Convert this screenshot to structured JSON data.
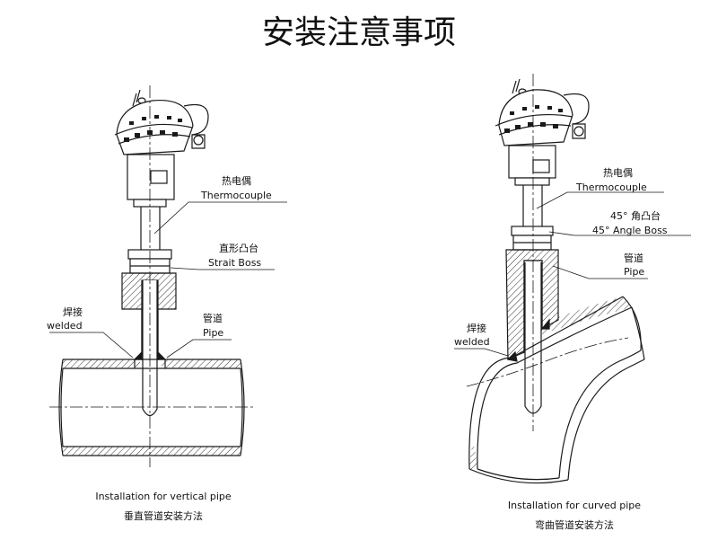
{
  "title": "安装注意事项",
  "left_diagram": {
    "labels": {
      "thermocouple_cn": "热电偶",
      "thermocouple_en": "Thermocouple",
      "boss_cn": "直形凸台",
      "boss_en": "Strait Boss",
      "welded_cn": "焊接",
      "welded_en": "welded",
      "pipe_cn": "管道",
      "pipe_en": "Pipe"
    },
    "caption_en": "Installation for vertical pipe",
    "caption_cn": "垂直管道安装方法"
  },
  "right_diagram": {
    "labels": {
      "thermocouple_cn": "热电偶",
      "thermocouple_en": "Thermocouple",
      "boss_cn": "45° 角凸台",
      "boss_en": "45° Angle Boss",
      "pipe_cn": "管道",
      "pipe_en": "Pipe",
      "welded_cn": "焊接",
      "welded_en": "welded"
    },
    "caption_en": "Installation for curved pipe",
    "caption_cn": "弯曲管道安装方法"
  },
  "colors": {
    "line": "#1a1a1a",
    "hatch": "#333333",
    "background": "#ffffff"
  }
}
